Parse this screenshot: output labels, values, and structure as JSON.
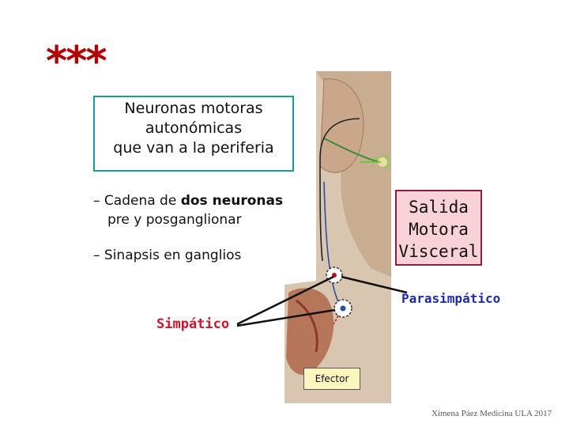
{
  "header": {
    "stars": "***"
  },
  "title_box": {
    "lines": [
      "Neuronas motoras",
      "autonómicas",
      "que van a la periferia"
    ]
  },
  "bullets": [
    {
      "dash": "–",
      "text_before": " Cadena de ",
      "bold": "dos neuronas",
      "line2": "pre y posganglionar"
    },
    {
      "dash": "–",
      "text": " Sinapsis en ganglios"
    }
  ],
  "salida_box": {
    "lines": [
      "Salida",
      "Motora",
      "Visceral"
    ]
  },
  "labels": {
    "parasimpatico": "Parasimpático",
    "simpatico": "Simpático",
    "efector": "Efector"
  },
  "credit": "Ximena Páez Medicina ULA 2017",
  "colors": {
    "stars": "#b30000",
    "title_border": "#1a9c9c",
    "salida_fill": "#f8d2d8",
    "parasimpatico": "#1c2cb0",
    "simpatico": "#d0142a"
  }
}
